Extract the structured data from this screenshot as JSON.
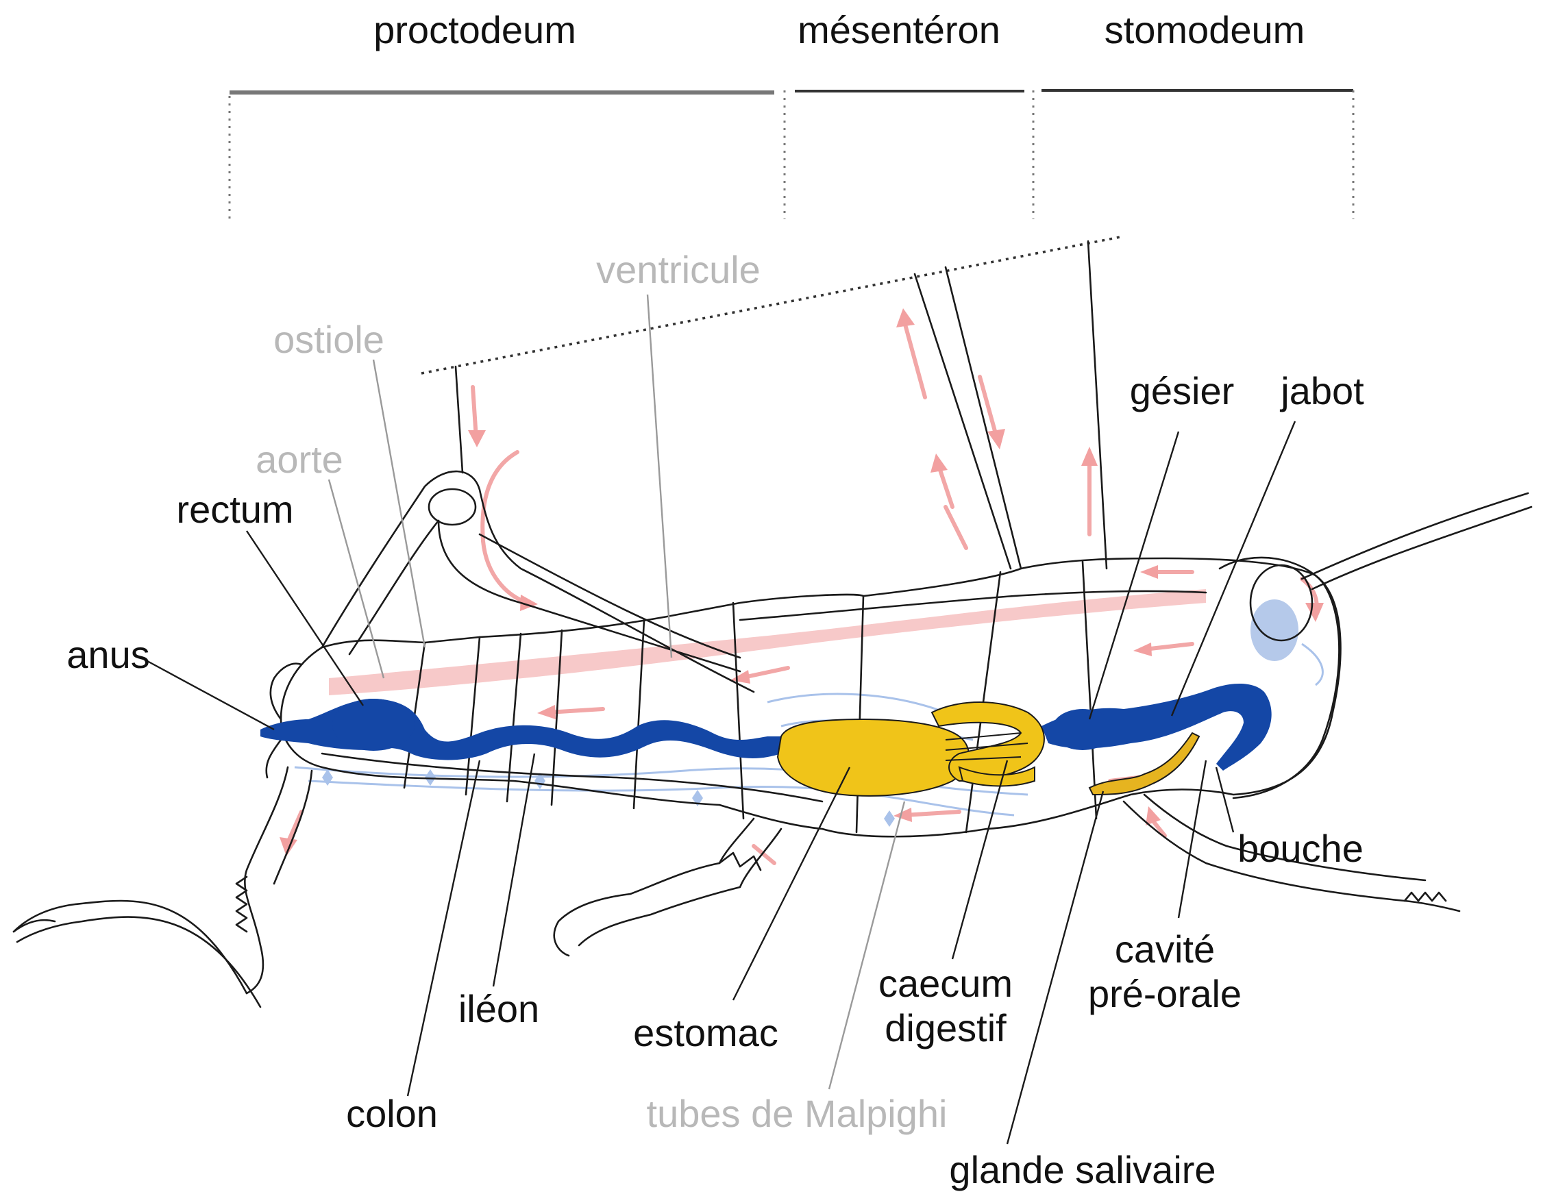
{
  "regions": {
    "proctodeum": "proctodeum",
    "mesenteron": "mésentéron",
    "stomodeum": "stomodeum"
  },
  "labels": {
    "ventricule": "ventricule",
    "ostiole": "ostiole",
    "aorte": "aorte",
    "rectum": "rectum",
    "anus": "anus",
    "gesier": "gésier",
    "jabot": "jabot",
    "bouche": "bouche",
    "cavite_line1": "cavité",
    "cavite_line2": "pré-orale",
    "caecum_line1": "caecum",
    "caecum_line2": "digestif",
    "ileon": "iléon",
    "estomac": "estomac",
    "colon": "colon",
    "tubes_malpighi": "tubes de Malpighi",
    "glande_salivaire": "glande salivaire"
  },
  "colors": {
    "digestive_tract": "#1447a6",
    "stomach_caecum": "#f0c419",
    "hemolymph_arrows": "#f2a7a7",
    "malpighian_tubes": "#a9c2ea",
    "outline": "#1a1a1a",
    "grey_label": "#b8b8b8"
  }
}
